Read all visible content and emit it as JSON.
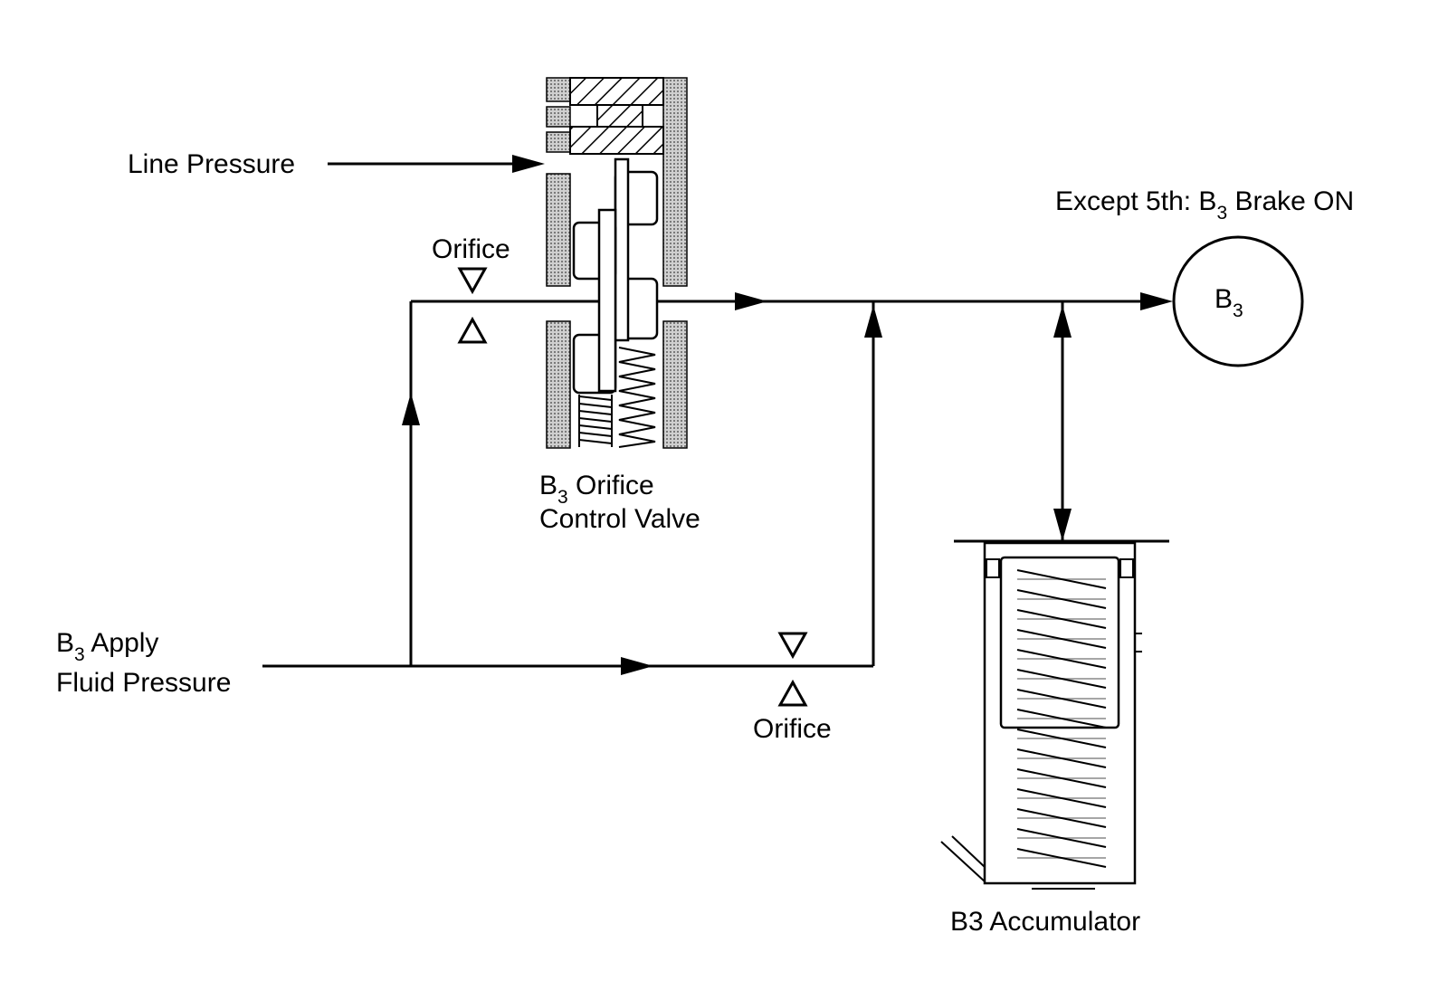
{
  "labels": {
    "line_pressure": "Line Pressure",
    "orifice_top": "Orifice",
    "orifice_bottom": "Orifice",
    "except_5th_prefix": "Except 5th: B",
    "except_5th_sub": "3",
    "except_5th_suffix": " Brake ON",
    "b3_circle_main": "B",
    "b3_circle_sub": "3",
    "apply_line1_main": "B",
    "apply_line1_sub": "3",
    "apply_line1_rest": " Apply",
    "apply_line2": "Fluid Pressure",
    "valve_line1_main": "B",
    "valve_line1_sub": "3",
    "valve_line1_rest": " Orifice",
    "valve_line2": "Control Valve",
    "accumulator": "B3 Accumulator"
  },
  "colors": {
    "line": "#000000",
    "background": "#ffffff",
    "housing_stipple": "#9a9a9a"
  }
}
